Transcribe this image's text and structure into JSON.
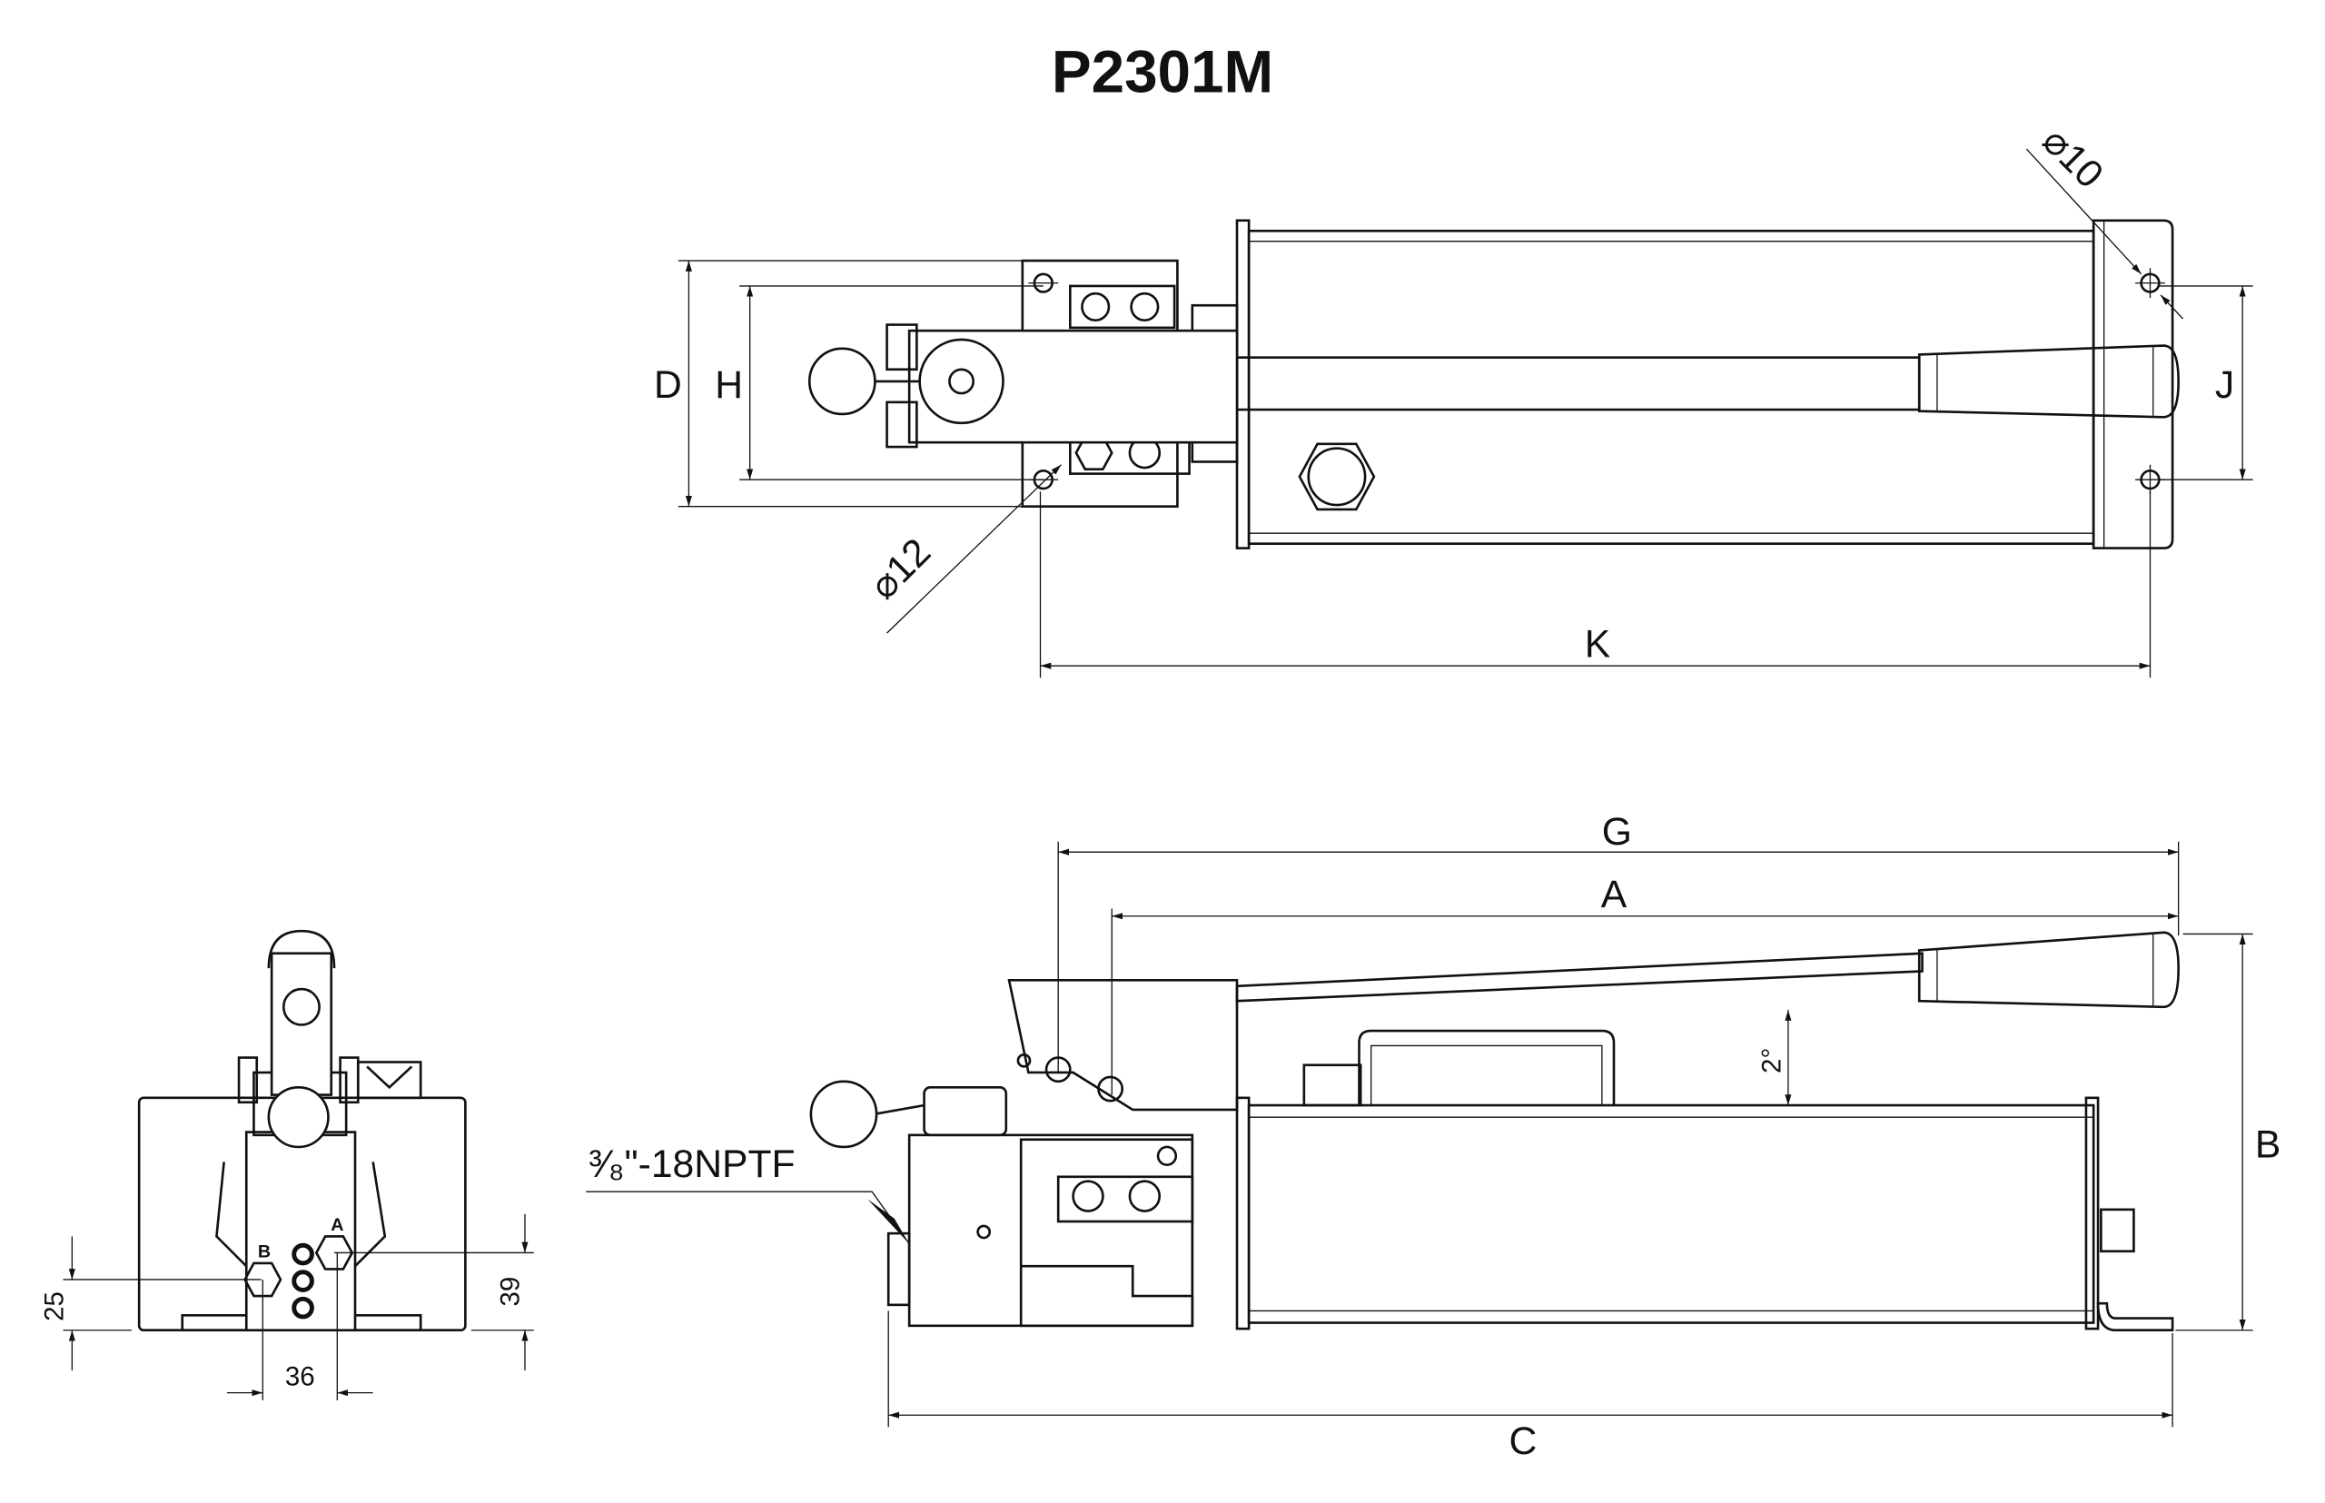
{
  "title": "P2301M",
  "top_view": {
    "dim_d": "D",
    "dim_h": "H",
    "dim_j": "J",
    "dim_k": "K",
    "hole_small": "⌀10",
    "hole_large": "⌀12"
  },
  "side_view": {
    "dim_g": "G",
    "dim_a": "A",
    "dim_b": "B",
    "dim_c": "C",
    "handle_angle": "2°",
    "port_thread": "³⁄₈\"-18NPTF"
  },
  "front_view": {
    "port_a": "A",
    "port_b": "B",
    "dim_port_b_height": "25",
    "dim_port_a_height": "39",
    "dim_port_spacing": "36"
  }
}
